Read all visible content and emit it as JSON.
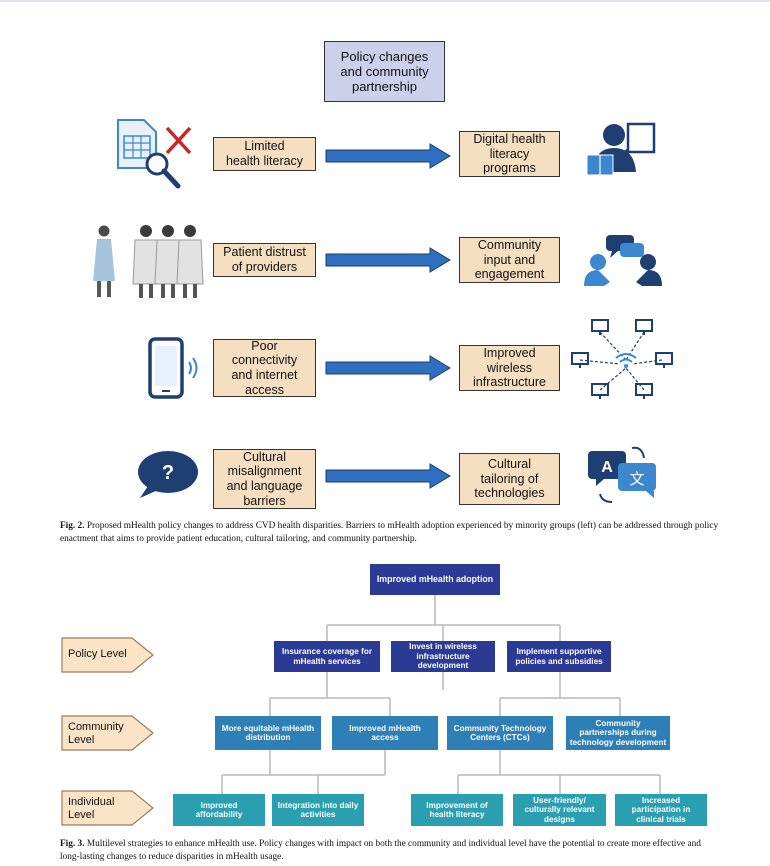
{
  "figure2": {
    "title": "Policy changes\nand community\npartnership",
    "rows": [
      {
        "barrier": "Limited\nhealth literacy",
        "solution": "Digital health\nliteracy\nprograms",
        "left_icon": "spreadsheet-search-cross-icon",
        "right_icon": "teacher-presentation-icon"
      },
      {
        "barrier": "Patient distrust\nof providers",
        "solution": "Community\ninput and\nengagement",
        "left_icon": "patient-and-doctors-icon",
        "right_icon": "conversation-people-icon"
      },
      {
        "barrier": "Poor\nconnectivity\nand internet\naccess",
        "solution": "Improved\nwireless\ninfrastructure",
        "left_icon": "smartphone-signal-icon",
        "right_icon": "wireless-network-icon"
      },
      {
        "barrier": "Cultural\nmisalignment\nand language\nbarriers",
        "solution": "Cultural\ntailoring of\ntechnologies",
        "left_icon": "question-bubble-icon",
        "right_icon": "translation-icon"
      }
    ],
    "caption_label": "Fig. 2.",
    "caption_text": " Proposed mHealth policy changes to address CVD health disparities. Barriers to mHealth adoption experienced by minority groups (left) can be addressed through policy enactment that aims to provide patient education, cultural tailoring, and community partnership.",
    "colors": {
      "title_box": "#cdd0ea",
      "row_box": "#f6dfc1",
      "arrow": "#2f6fc0"
    }
  },
  "figure3": {
    "top": "Improved mHealth adoption",
    "levels": {
      "policy": "Policy Level",
      "community": "Community\nLevel",
      "individual": "Individual\nLevel"
    },
    "policy_nodes": [
      "Insurance coverage for\nmHealth services",
      "Invest in wireless\ninfrastructure\ndevelopment",
      "Implement supportive\npolicies and subsidies"
    ],
    "community_nodes": [
      "More equitable mHealth\ndistribution",
      "Improved mHealth\naccess",
      "Community Technology\nCenters (CTCs)",
      "Community\npartnerships during\ntechnology development"
    ],
    "individual_nodes": [
      "Improved\naffordability",
      "Integration into daily\nactivities",
      "Improvement of\nhealth literacy",
      "User-friendly/\nculturally relevant\ndesigns",
      "Increased\nparticipation in\nclinical trials"
    ],
    "caption_label": "Fig. 3.",
    "caption_text": " Multilevel strategies to enhance mHealth use. Policy changes with impact on both the community and individual level have the potential to create more effective and long-lasting changes to reduce disparities in mHealth usage.",
    "colors": {
      "top": "#2b3b95",
      "policy": "#2b3b95",
      "community": "#2e7fb6",
      "individual": "#2a9fb0",
      "level_tag": "#fbe3c7"
    }
  }
}
